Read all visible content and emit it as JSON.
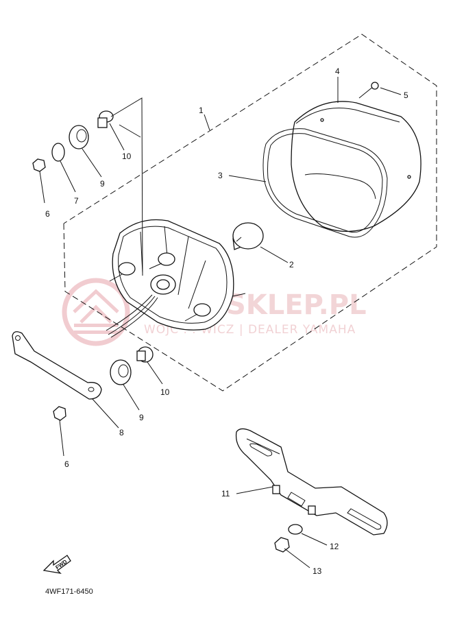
{
  "watermark": {
    "main": "SKLEP.PL",
    "sub": "WOJC . . WICZ | DEALER YAMAHA"
  },
  "drawing_code": "4WF171-6450",
  "fwd_label": "FWD",
  "callouts": [
    "1",
    "2",
    "3",
    "4",
    "5",
    "6",
    "7",
    "8",
    "9",
    "10",
    "11",
    "12",
    "13",
    "6",
    "9",
    "10"
  ]
}
